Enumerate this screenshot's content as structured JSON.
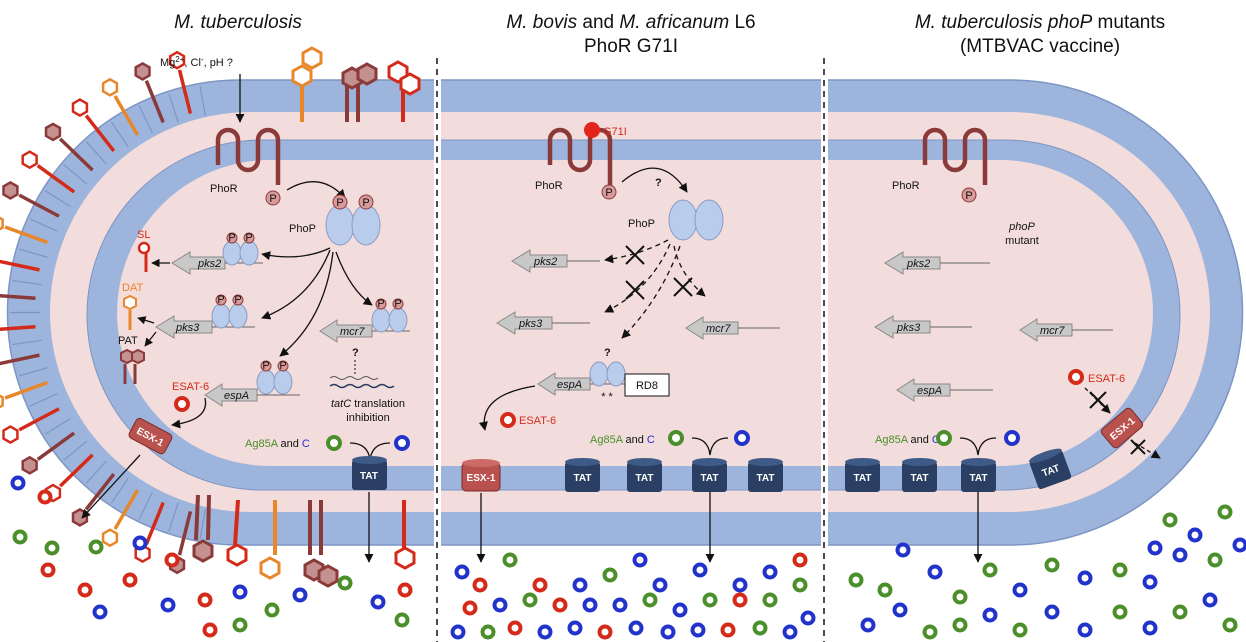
{
  "titles": {
    "panel1": "M. tuberculosis",
    "panel2_line1_a": "M. bovis",
    "panel2_line1_b": " and ",
    "panel2_line1_c": "M. africanum",
    "panel2_line1_d": " L6",
    "panel2_line2": "PhoR G71I",
    "panel3_line1_a": "M. tuberculosis phoP",
    "panel3_line1_b": " mutants",
    "panel3_line2": "(MTBVAC vaccine)"
  },
  "signals": {
    "mg": "Mg",
    "sup": "2+",
    "cl": ", Cl",
    "cl_sup": "-",
    "ph": ", pH ?"
  },
  "labels": {
    "phor": "PhoR",
    "phop": "PhoP",
    "p": "P",
    "g71i": "G71I",
    "question": "?",
    "sl": "SL",
    "dat": "DAT",
    "pat": "PAT",
    "esat6": "ESAT-6",
    "esx1": "ESX-1",
    "tat": "TAT",
    "ag85_a": "Ag85A",
    "ag85_and": " and ",
    "ag85_c": "C",
    "tatc_a": "tatC",
    "tatc_b": " translation",
    "inhibition": "inhibition",
    "rd8": "RD8",
    "stars": "* *",
    "phop_mutant_1": "phoP",
    "phop_mutant_2": "mutant"
  },
  "genes": {
    "pks2": "pks2",
    "pks3": "pks3",
    "mcr7": "mcr7",
    "espA": "espA"
  },
  "colors": {
    "membrane": "#9db5dc",
    "membrane_edge": "#7d95c4",
    "periplasm": "#f3dcdc",
    "phor": "#8b3a3a",
    "p_circle": "#d99a9a",
    "phop": "#b9cceb",
    "gene_arrow": "#c8c8c8",
    "esx": "#b9524e",
    "tat": "#2a3f63",
    "red": "#d42a1a",
    "orange": "#e8862a",
    "maroon": "#8b3a3a",
    "green": "#4a8f2a",
    "blue": "#2233cc"
  }
}
